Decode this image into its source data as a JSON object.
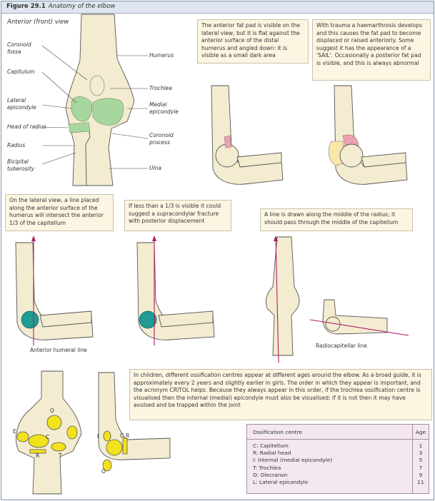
{
  "figure": {
    "number": "Figure 29.1",
    "title": "Anatomy of the elbow"
  },
  "anterior_view": {
    "title": "Anterior (front) view",
    "labels_left": [
      "Coronoid fossa",
      "Capitulum",
      "Lateral epicondyle",
      "Head of radius",
      "Radius",
      "Bicipital tuberosity"
    ],
    "labels_right": [
      "Humerus",
      "Trochlea",
      "Medial epicondyle",
      "Coronoid process",
      "Ulna"
    ]
  },
  "notes": {
    "fat_pad": "The anterior fat pad is visible on the lateral view, but it is flat against the anterior surface of the distal humerus and angled down: it is visible as a small dark area",
    "trauma": "With trauma a haemarthrosis develops and this causes the fat pad to become displaced or raised anteriorly. Some suggest it has the appearance of a 'SAIL'. Occasionally a posterior fat pad is visible, and this is always abnormal",
    "humeral_line": "On the lateral view, a line placed along the anterior surface of the humerus will intersect the anterior 1/3 of the capitellum",
    "supracondylar": "If less than a 1/3 is visible it could suggest a supracondylar fracture with posterior displacement",
    "radius_line": "A line is drawn along the middle of the radius; it should pass through the middle of the capitellum",
    "children": "In children, different ossification centres appear at different ages around the elbow. As a broad guide, it is approximately every 2 years and slightly earlier in girls. The order in which they appear is important, and the acronym CRITOL helps. Because they always appear in this order, if the trochlea ossification centre is visualised then the internal (medial) epicondyle must also be visualised; if it is not then it may have avulsed and be trapped within the joint"
  },
  "captions": {
    "anterior_humeral_line": "Anterior humeral line",
    "radiocapitellar_line": "Radiocapitellar line"
  },
  "ossification_letters": {
    "e": "E",
    "o": "O",
    "c": "C",
    "r": "R",
    "t": "T",
    "i": "I"
  },
  "ossification_table": {
    "header": {
      "centre": "Ossification centre",
      "age": "Age"
    },
    "rows": [
      {
        "centre": "C: Capitellum",
        "age": "1"
      },
      {
        "centre": "R: Radial head",
        "age": "3"
      },
      {
        "centre": "I: Internal (medial epicondyle)",
        "age": "5"
      },
      {
        "centre": "T: Trochlea",
        "age": "7"
      },
      {
        "centre": "O: Olecranon",
        "age": "9"
      },
      {
        "centre": "L: Lateral epicondyle",
        "age": "11"
      }
    ]
  },
  "colors": {
    "bone": "#f3ecd0",
    "cartilage": "#a7d79e",
    "ossification": "#f2e21c",
    "line": "#b5186e",
    "capitellum_dot": "#1f9c93",
    "fat_pad": "#e8a3ae"
  }
}
